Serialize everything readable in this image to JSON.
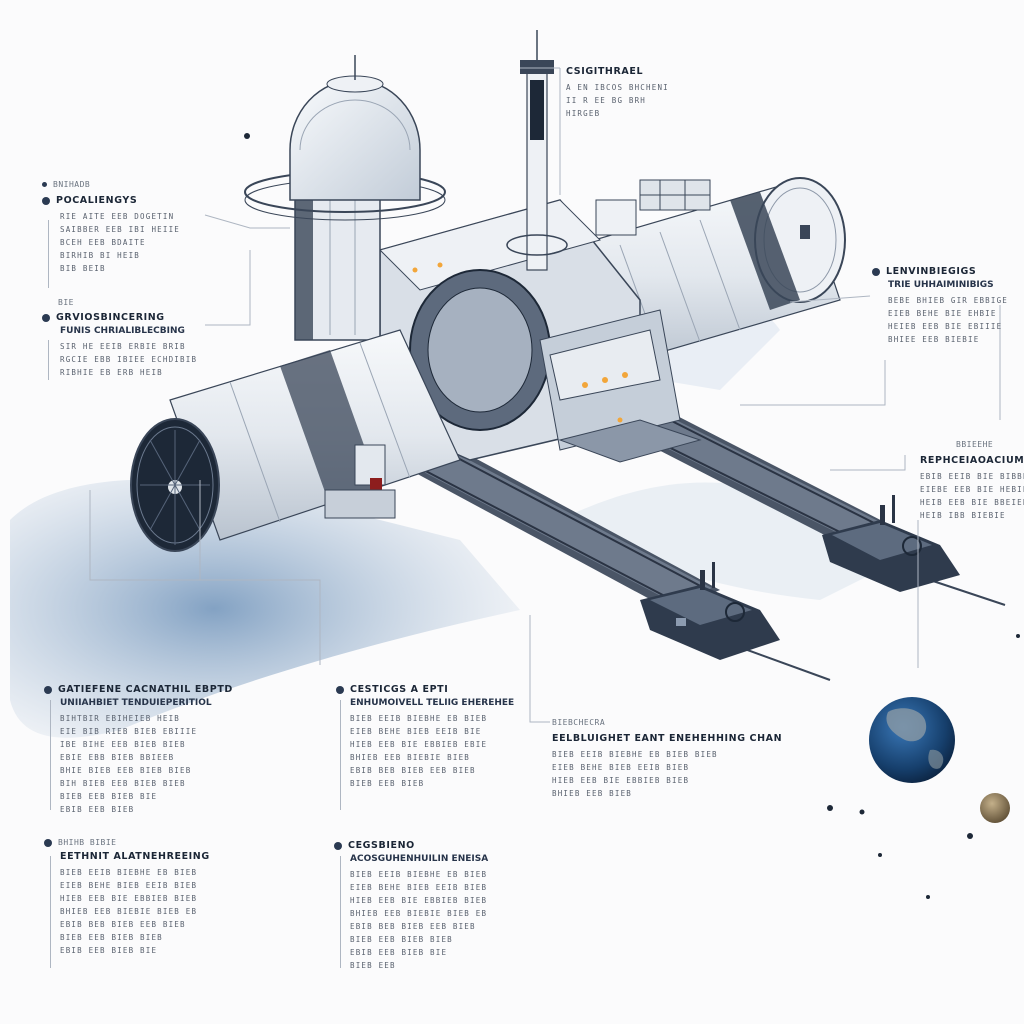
{
  "callouts": {
    "top_center": {
      "kicker": "",
      "title": "CSIGITHRAEL",
      "subtitle": "",
      "lines": [
        "A EN IBCOS BHCHENI",
        "II R EE BG BRH",
        "HIRGEB"
      ]
    },
    "left_1": {
      "kicker": "BNIHADB",
      "title": "POCALIENGYS",
      "subtitle": "",
      "lines": [
        "RIE AITE EEB DOGETIN",
        "SAIBBER EEB IBI HEIIE",
        "BCEH EEB BDAITE",
        "BIRHIB BI HEIB",
        "BIB BEIB"
      ]
    },
    "left_2": {
      "kicker": "BIE",
      "title": "GRVIOSBINCERING",
      "subtitle": "FUNIS CHRIALIBLECBING",
      "lines": [
        "SIR HE EEIB ERBIE BRIB",
        "RGCIE EBB IBIEE ECHDIBIB",
        "RIBHIE EB ERB HEIB"
      ]
    },
    "right_1": {
      "kicker": "",
      "title": "LENVINBIEGIGS",
      "subtitle": "TRIE UHHAIMINIBIGS",
      "lines": [
        "BEBE BHIEB GIR EBBIGE",
        "EIEB BEHE BIE EHBIE",
        "HEIEB EEB BIE EBIIIE",
        "BHIEE EEB BIEBIE"
      ]
    },
    "right_2": {
      "kicker": "BBIEEHE",
      "title": "REPHCEIAOACIUM",
      "subtitle": "",
      "lines": [
        "EBIB EEIB BIE BIBBE",
        "EIEBE EEB BIE HEBIEE",
        "HEIB EEB BIE BBEIEB",
        "HEIB IBB BIEBIE"
      ]
    },
    "bottom_left_1": {
      "kicker": "",
      "title": "GATIEFENE CACNATHIL EBPTD",
      "subtitle": "UNIIAHBIET TENDUIEPERITIOL",
      "lines": [
        "BIHTBIR EBIHEIEB HEIB",
        "EIE BIB RIEB BIEB EBIIIE",
        "IBE BIHE EEB BIEB BIEB",
        "EBIE EBB BIEB BBIEEB",
        "BHIE BIEB EEB BIEB BIEB",
        "BIH BIEB EEB BIEB BIEB",
        "BIEB EEB BIEB BIE",
        "EBIB EEB BIEB"
      ]
    },
    "bottom_left_2": {
      "kicker": "BHIHB BIBIE",
      "title": "EETHNIT ALATNEHREEING",
      "subtitle": "",
      "lines": [
        "BIEB EEIB BIEBHE EB BIEB",
        "EIEB BEHE BIEB EEIB BIEB",
        "HIEB EEB BIE EBBIEB BIEB",
        "BHIEB EEB BIEBIE BIEB EB",
        "EBIB BEB BIEB EEB BIEB",
        "BIEB EEB BIEB BIEB",
        "EBIB EEB BIEB BIE"
      ]
    },
    "bottom_mid_1": {
      "kicker": "",
      "title": "CESTICGS A EPTI",
      "subtitle": "ENHUMOIVELL TELIIG EHEREHEE",
      "lines": [
        "BIEB EEIB BIEBHE EB BIEB",
        "EIEB BEHE BIEB EEIB BIE",
        "HIEB EEB BIE EBBIEB EBIE",
        "BHIEB EEB BIEBIE BIEB",
        "EBIB BEB BIEB EEB BIEB",
        "BIEB EEB BIEB"
      ]
    },
    "bottom_mid_2": {
      "kicker": "",
      "title": "CEGSBIENO",
      "subtitle": "ACOSGUHENHUILIN ENEISA",
      "lines": [
        "BIEB EEIB BIEBHE EB BIEB",
        "EIEB BEHE BIEB EEIB BIEB",
        "HIEB EEB BIE EBBIEB BIEB",
        "BHIEB EEB BIEBIE BIEB EB",
        "EBIB BEB BIEB EEB BIEB",
        "BIEB EEB BIEB BIEB",
        "EBIB EEB BIEB BIE",
        "BIEB EEB"
      ]
    },
    "bottom_right": {
      "kicker": "BIEBCHECRA",
      "title": "EELBLUIGHET EANT ENEHEHHING CHAN",
      "subtitle": "",
      "lines": [
        "BIEB EEIB BIEBHE EB BIEB BIEB",
        "EIEB BEHE BIEB EEIB BIEB",
        "HIEB EEB BIE EBBIEB BIEB",
        "BHIEB EEB BIEB"
      ]
    }
  },
  "colors": {
    "hull": "#e8ecf1",
    "hull_shade": "#c7cfd9",
    "frame": "#3a4658",
    "dark": "#1d2837",
    "shadow": "#5f86b0",
    "accent_light": "#f2a63a",
    "planet_ocean": "#1e4f86",
    "planet_land": "#8b9aa5",
    "moon": "#8c7a5c"
  }
}
